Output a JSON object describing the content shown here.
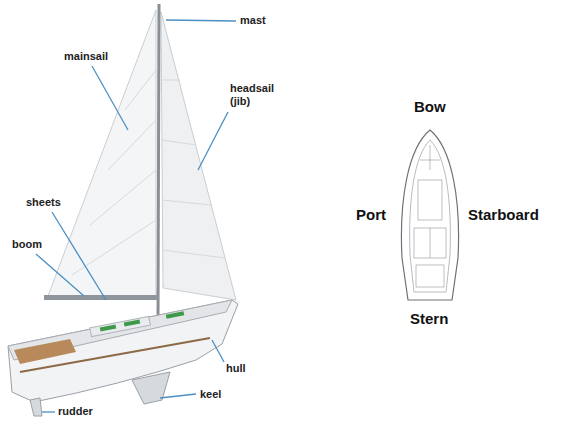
{
  "diagram": {
    "labels": [
      "mast",
      "mainsail",
      "headsail (jib)",
      "sheets",
      "boom",
      "hull",
      "keel",
      "rudder",
      "Bow",
      "Port",
      "Starboard",
      "Stern"
    ]
  }
}
